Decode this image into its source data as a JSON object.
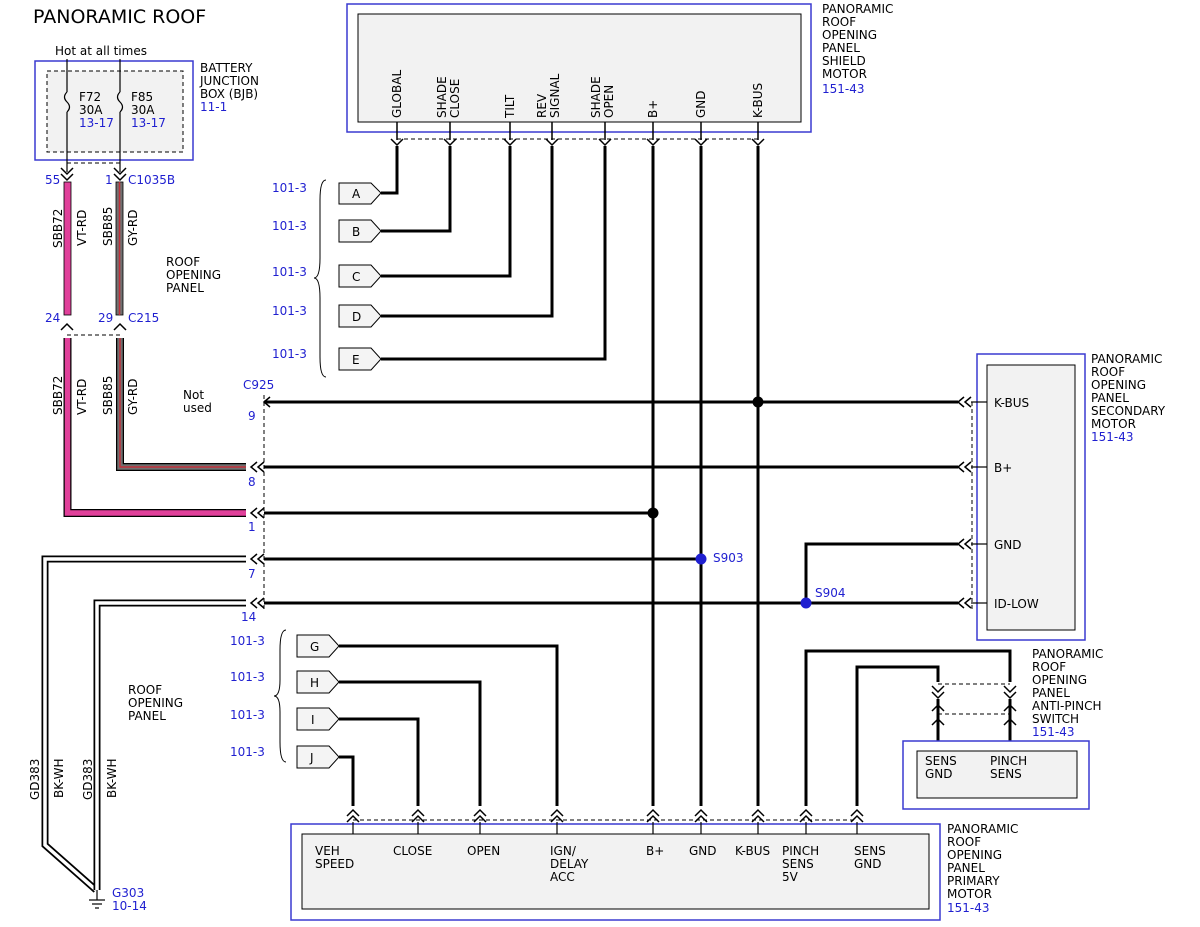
{
  "title": "PANORAMIC ROOF",
  "bjb": {
    "hot_label": "Hot at all times",
    "name_lines": [
      "BATTERY",
      "JUNCTION",
      "BOX (BJB)"
    ],
    "ref": "11-1",
    "fuses": [
      {
        "id": "F72",
        "amps": "30A",
        "ref": "13-17"
      },
      {
        "id": "F85",
        "amps": "30A",
        "ref": "13-17"
      }
    ]
  },
  "connectors": {
    "c1035b_pin_a": "55",
    "c1035b_pin_b": "1",
    "c1035b": "C1035B",
    "c215_pin_a": "24",
    "c215_pin_b": "29",
    "c215": "C215",
    "c925": "C925",
    "c925_pins": [
      "9",
      "8",
      "1",
      "7",
      "14"
    ]
  },
  "wires": {
    "sbb72": "SBB72",
    "vt_rd": "VT-RD",
    "sbb85": "SBB85",
    "gy_rd": "GY-RD",
    "gd383": "GD383",
    "bk_wh": "BK-WH"
  },
  "roof_opening_panel_label": [
    "ROOF",
    "OPENING",
    "PANEL"
  ],
  "not_used": [
    "Not",
    "used"
  ],
  "shield_motor": {
    "name_lines": [
      "PANORAMIC",
      "ROOF",
      "OPENING",
      "PANEL",
      "SHIELD",
      "MOTOR"
    ],
    "ref": "151-43",
    "pins": [
      "GLOBAL",
      "SHADE CLOSE",
      "TILT",
      "REV SIGNAL",
      "SHADE OPEN",
      "B+",
      "GND",
      "K-BUS"
    ]
  },
  "offpage_refs_top": [
    {
      "letter": "A",
      "ref": "101-3"
    },
    {
      "letter": "B",
      "ref": "101-3"
    },
    {
      "letter": "C",
      "ref": "101-3"
    },
    {
      "letter": "D",
      "ref": "101-3"
    },
    {
      "letter": "E",
      "ref": "101-3"
    }
  ],
  "offpage_refs_bottom": [
    {
      "letter": "G",
      "ref": "101-3"
    },
    {
      "letter": "H",
      "ref": "101-3"
    },
    {
      "letter": "I",
      "ref": "101-3"
    },
    {
      "letter": "J",
      "ref": "101-3"
    }
  ],
  "secondary_motor": {
    "name_lines": [
      "PANORAMIC",
      "ROOF",
      "OPENING",
      "PANEL",
      "SECONDARY",
      "MOTOR"
    ],
    "ref": "151-43",
    "pins": [
      "K-BUS",
      "B+",
      "GND",
      "ID-LOW"
    ]
  },
  "splices": {
    "s903": "S903",
    "s904": "S904"
  },
  "anti_pinch": {
    "name_lines": [
      "PANORAMIC",
      "ROOF",
      "OPENING",
      "PANEL",
      "ANTI-PINCH",
      "SWITCH"
    ],
    "ref": "151-43",
    "pins": [
      "SENS GND",
      "PINCH SENS"
    ]
  },
  "primary_motor": {
    "name_lines": [
      "PANORAMIC",
      "ROOF",
      "OPENING",
      "PANEL",
      "PRIMARY",
      "MOTOR"
    ],
    "ref": "151-43",
    "pins": [
      "VEH SPEED",
      "CLOSE",
      "OPEN",
      "IGN/ DELAY ACC",
      "B+",
      "GND",
      "K-BUS",
      "PINCH SENS 5V",
      "SENS GND"
    ]
  },
  "ground": {
    "id": "G303",
    "ref": "10-14"
  },
  "colors": {
    "blue_ref": "#1f1fd0",
    "vt_rd": "#e0409a",
    "gy_rd": "#707070",
    "frame": "#3a3ad0"
  }
}
